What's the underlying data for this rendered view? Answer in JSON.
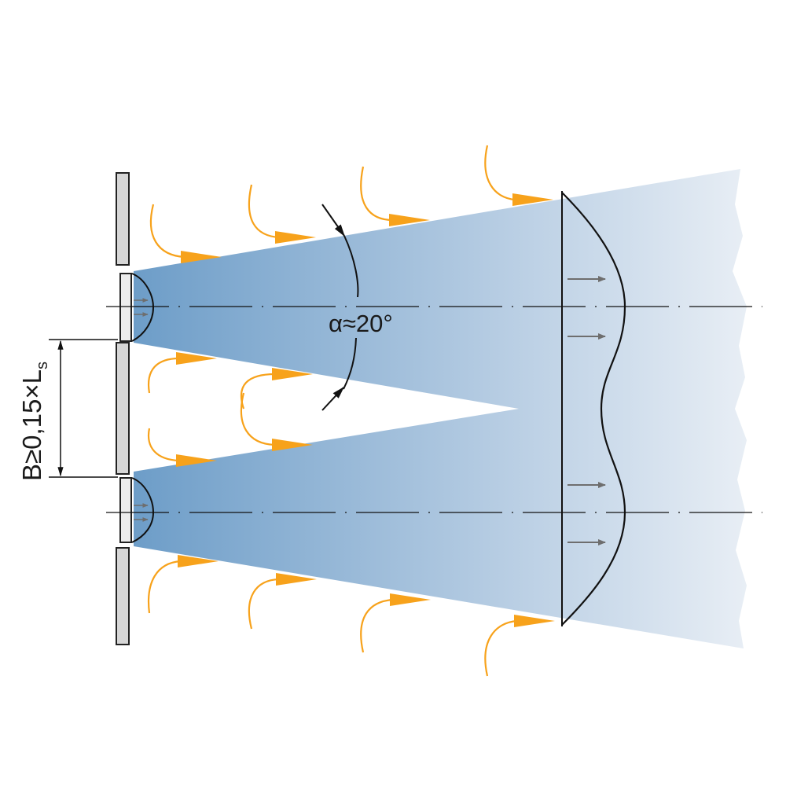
{
  "labels": {
    "angle": "α≈20°",
    "spacing_main": "B≥0,15×L",
    "spacing_sub": "s"
  },
  "colors": {
    "jet_start": "#6d9dc8",
    "jet_end": "#e8eef5",
    "induced_air": "#f7a21b",
    "wall": "#d6d6d6",
    "opening": "#ececec",
    "line": "#111111",
    "velocity_arrow": "#6e6e6e"
  }
}
